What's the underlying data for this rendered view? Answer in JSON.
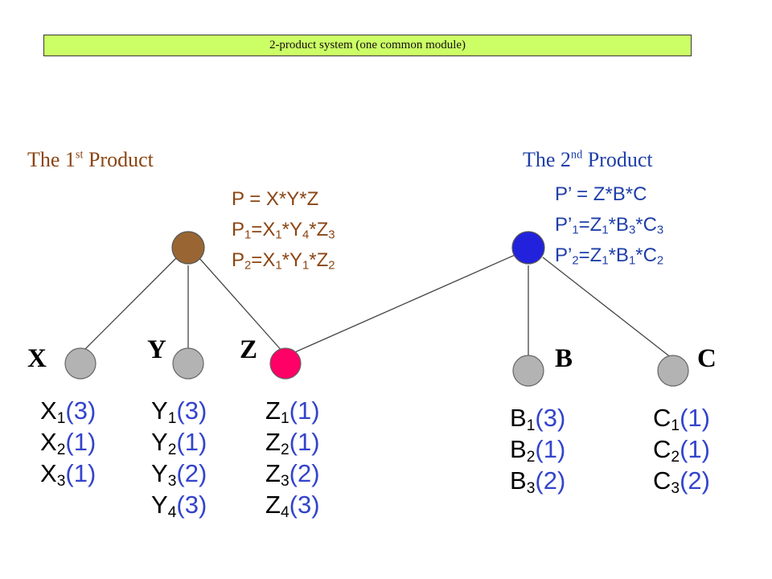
{
  "banner": {
    "text": "2-product system (one common module)",
    "bg": "#ccff66"
  },
  "colors": {
    "brown_text": "#8b4513",
    "blue_text": "#1f3fa8",
    "value_blue": "#3344cc",
    "node_brown": "#996633",
    "node_blue": "#2222dd",
    "node_pink": "#ff0066",
    "node_gray": "#b3b3b3"
  },
  "product1": {
    "title_pre": "The 1",
    "title_sup": "st",
    "title_post": " Product",
    "formula": "P = X*Y*Z",
    "p1": {
      "lhs": "P",
      "lhs_sub": "1",
      "eq": "=X",
      "s1": "1",
      "t1": "*Y",
      "s2": "4",
      "t2": "*Z",
      "s3": "3"
    },
    "p2": {
      "lhs": "P",
      "lhs_sub": "2",
      "eq": "=X",
      "s1": "1",
      "t1": "*Y",
      "s2": "1",
      "t2": "*Z",
      "s3": "2"
    }
  },
  "product2": {
    "title_pre": "The 2",
    "title_sup": "nd",
    "title_post": " Product",
    "formula": "P’ = Z*B*C",
    "p1": {
      "lhs": "P’",
      "lhs_sub": "1",
      "eq": "=Z",
      "s1": "1",
      "t1": "*B",
      "s2": "3",
      "t2": "*C",
      "s3": "3"
    },
    "p2": {
      "lhs": "P’",
      "lhs_sub": "2",
      "eq": "=Z",
      "s1": "1",
      "t1": "*B",
      "s2": "1",
      "t2": "*C",
      "s3": "2"
    }
  },
  "nodes": {
    "x": "X",
    "y": "Y",
    "z": "Z",
    "b": "B",
    "c": "C"
  },
  "modules": {
    "x": [
      {
        "l": "X",
        "s": "1",
        "v": "(3)"
      },
      {
        "l": "X",
        "s": "2",
        "v": "(1)"
      },
      {
        "l": "X",
        "s": "3",
        "v": "(1)"
      }
    ],
    "y": [
      {
        "l": "Y",
        "s": "1",
        "v": "(3)"
      },
      {
        "l": "Y",
        "s": "2",
        "v": "(1)"
      },
      {
        "l": "Y",
        "s": "3",
        "v": "(2)"
      },
      {
        "l": "Y",
        "s": "4",
        "v": "(3)"
      }
    ],
    "z": [
      {
        "l": "Z",
        "s": "1",
        "v": "(1)"
      },
      {
        "l": "Z",
        "s": "2",
        "v": "(1)"
      },
      {
        "l": "Z",
        "s": "3",
        "v": "(2)"
      },
      {
        "l": "Z",
        "s": "4",
        "v": "(3)"
      }
    ],
    "b": [
      {
        "l": "B",
        "s": "1",
        "v": "(3)"
      },
      {
        "l": "B",
        "s": "2",
        "v": "(1)"
      },
      {
        "l": "B",
        "s": "3",
        "v": "(2)"
      }
    ],
    "c": [
      {
        "l": "C",
        "s": "1",
        "v": "(1)"
      },
      {
        "l": "C",
        "s": "2",
        "v": "(1)"
      },
      {
        "l": "C",
        "s": "3",
        "v": "(2)"
      }
    ]
  }
}
